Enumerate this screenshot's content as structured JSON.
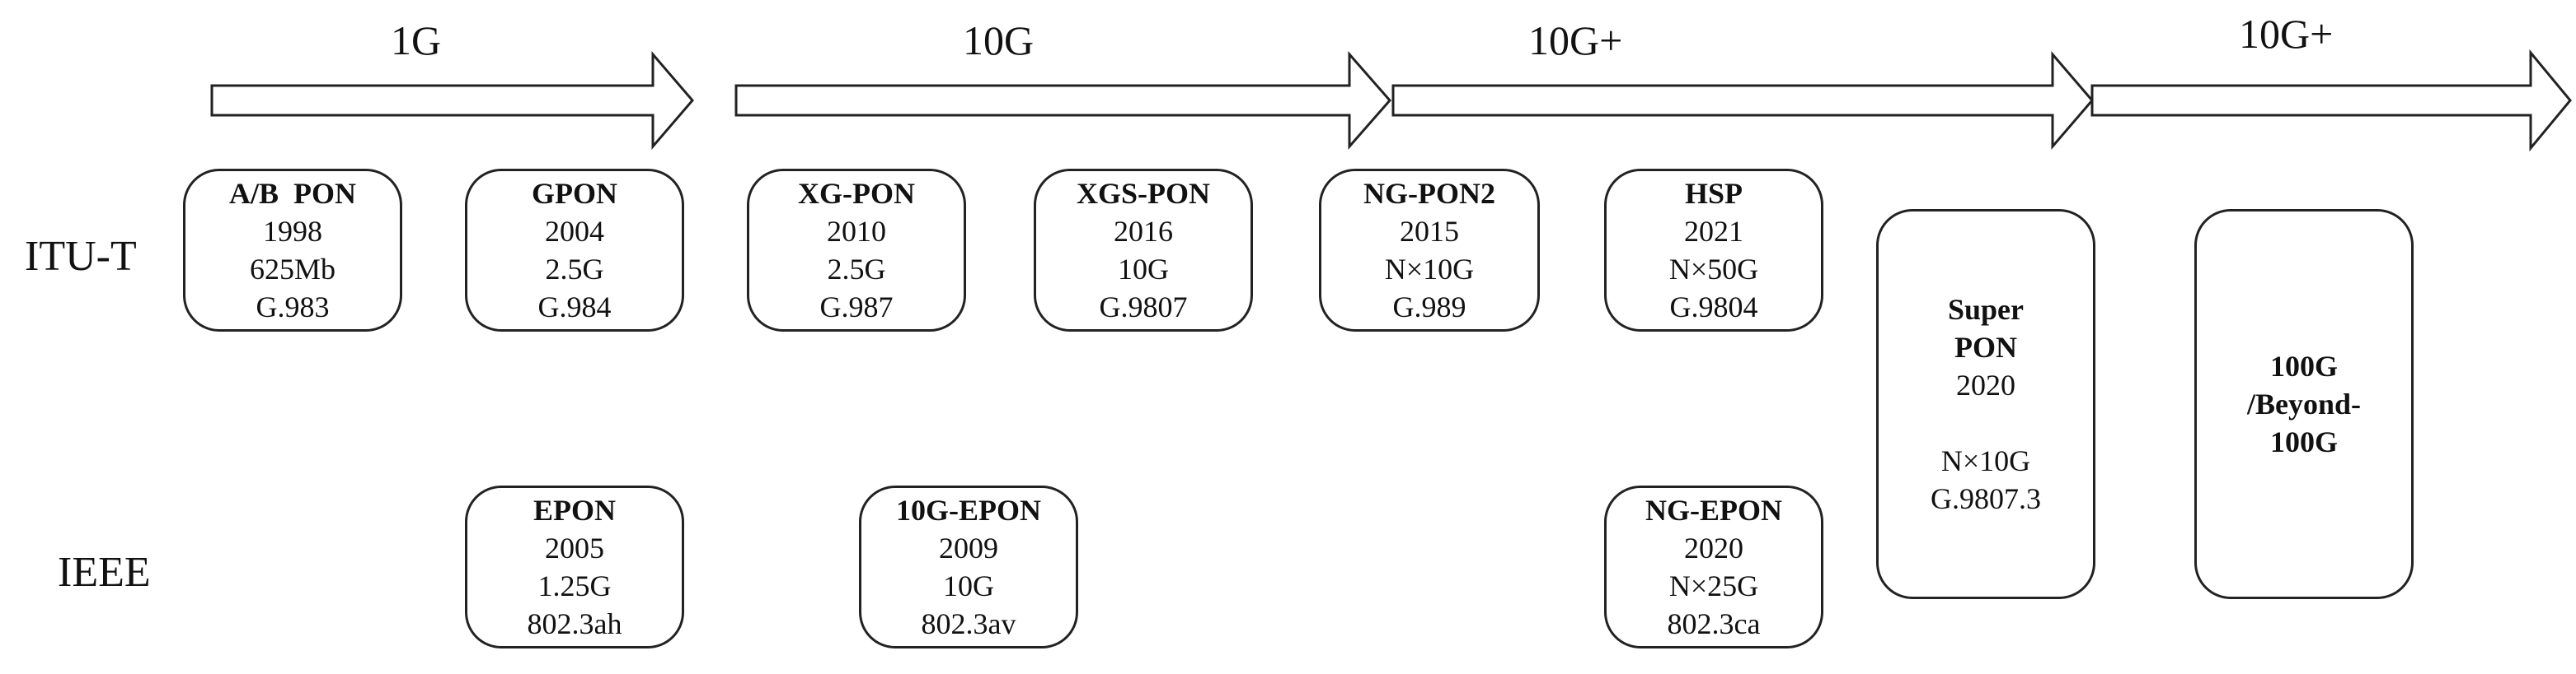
{
  "eras": [
    "1G",
    "10G",
    "10G+",
    "10G+"
  ],
  "rows": [
    "ITU-T",
    "IEEE"
  ],
  "itu_boxes": [
    {
      "name": "A/B  PON",
      "year": "1998",
      "rate": "625Mb",
      "standard": "G.983"
    },
    {
      "name": "GPON",
      "year": "2004",
      "rate": "2.5G",
      "standard": "G.984"
    },
    {
      "name": "XG-PON",
      "year": "2010",
      "rate": "2.5G",
      "standard": "G.987"
    },
    {
      "name": "XGS-PON",
      "year": "2016",
      "rate": "10G",
      "standard": "G.9807"
    },
    {
      "name": "NG-PON2",
      "year": "2015",
      "rate": "N×10G",
      "standard": "G.989"
    },
    {
      "name": "HSP",
      "year": "2021",
      "rate": "N×50G",
      "standard": "G.9804"
    }
  ],
  "ieee_boxes": [
    {
      "name": "EPON",
      "year": "2005",
      "rate": "1.25G",
      "standard": "802.3ah"
    },
    {
      "name": "10G-EPON",
      "year": "2009",
      "rate": "10G",
      "standard": "802.3av"
    },
    {
      "name": "NG-EPON",
      "year": "2020",
      "rate": "N×25G",
      "standard": "802.3ca"
    }
  ],
  "super_pon": {
    "name_1": "Super",
    "name_2": "PON",
    "year": "2020",
    "rate": "N×10G",
    "standard": "G.9807.3"
  },
  "beyond": {
    "line_1": "100G",
    "line_2": "/Beyond-",
    "line_3": "100G"
  }
}
